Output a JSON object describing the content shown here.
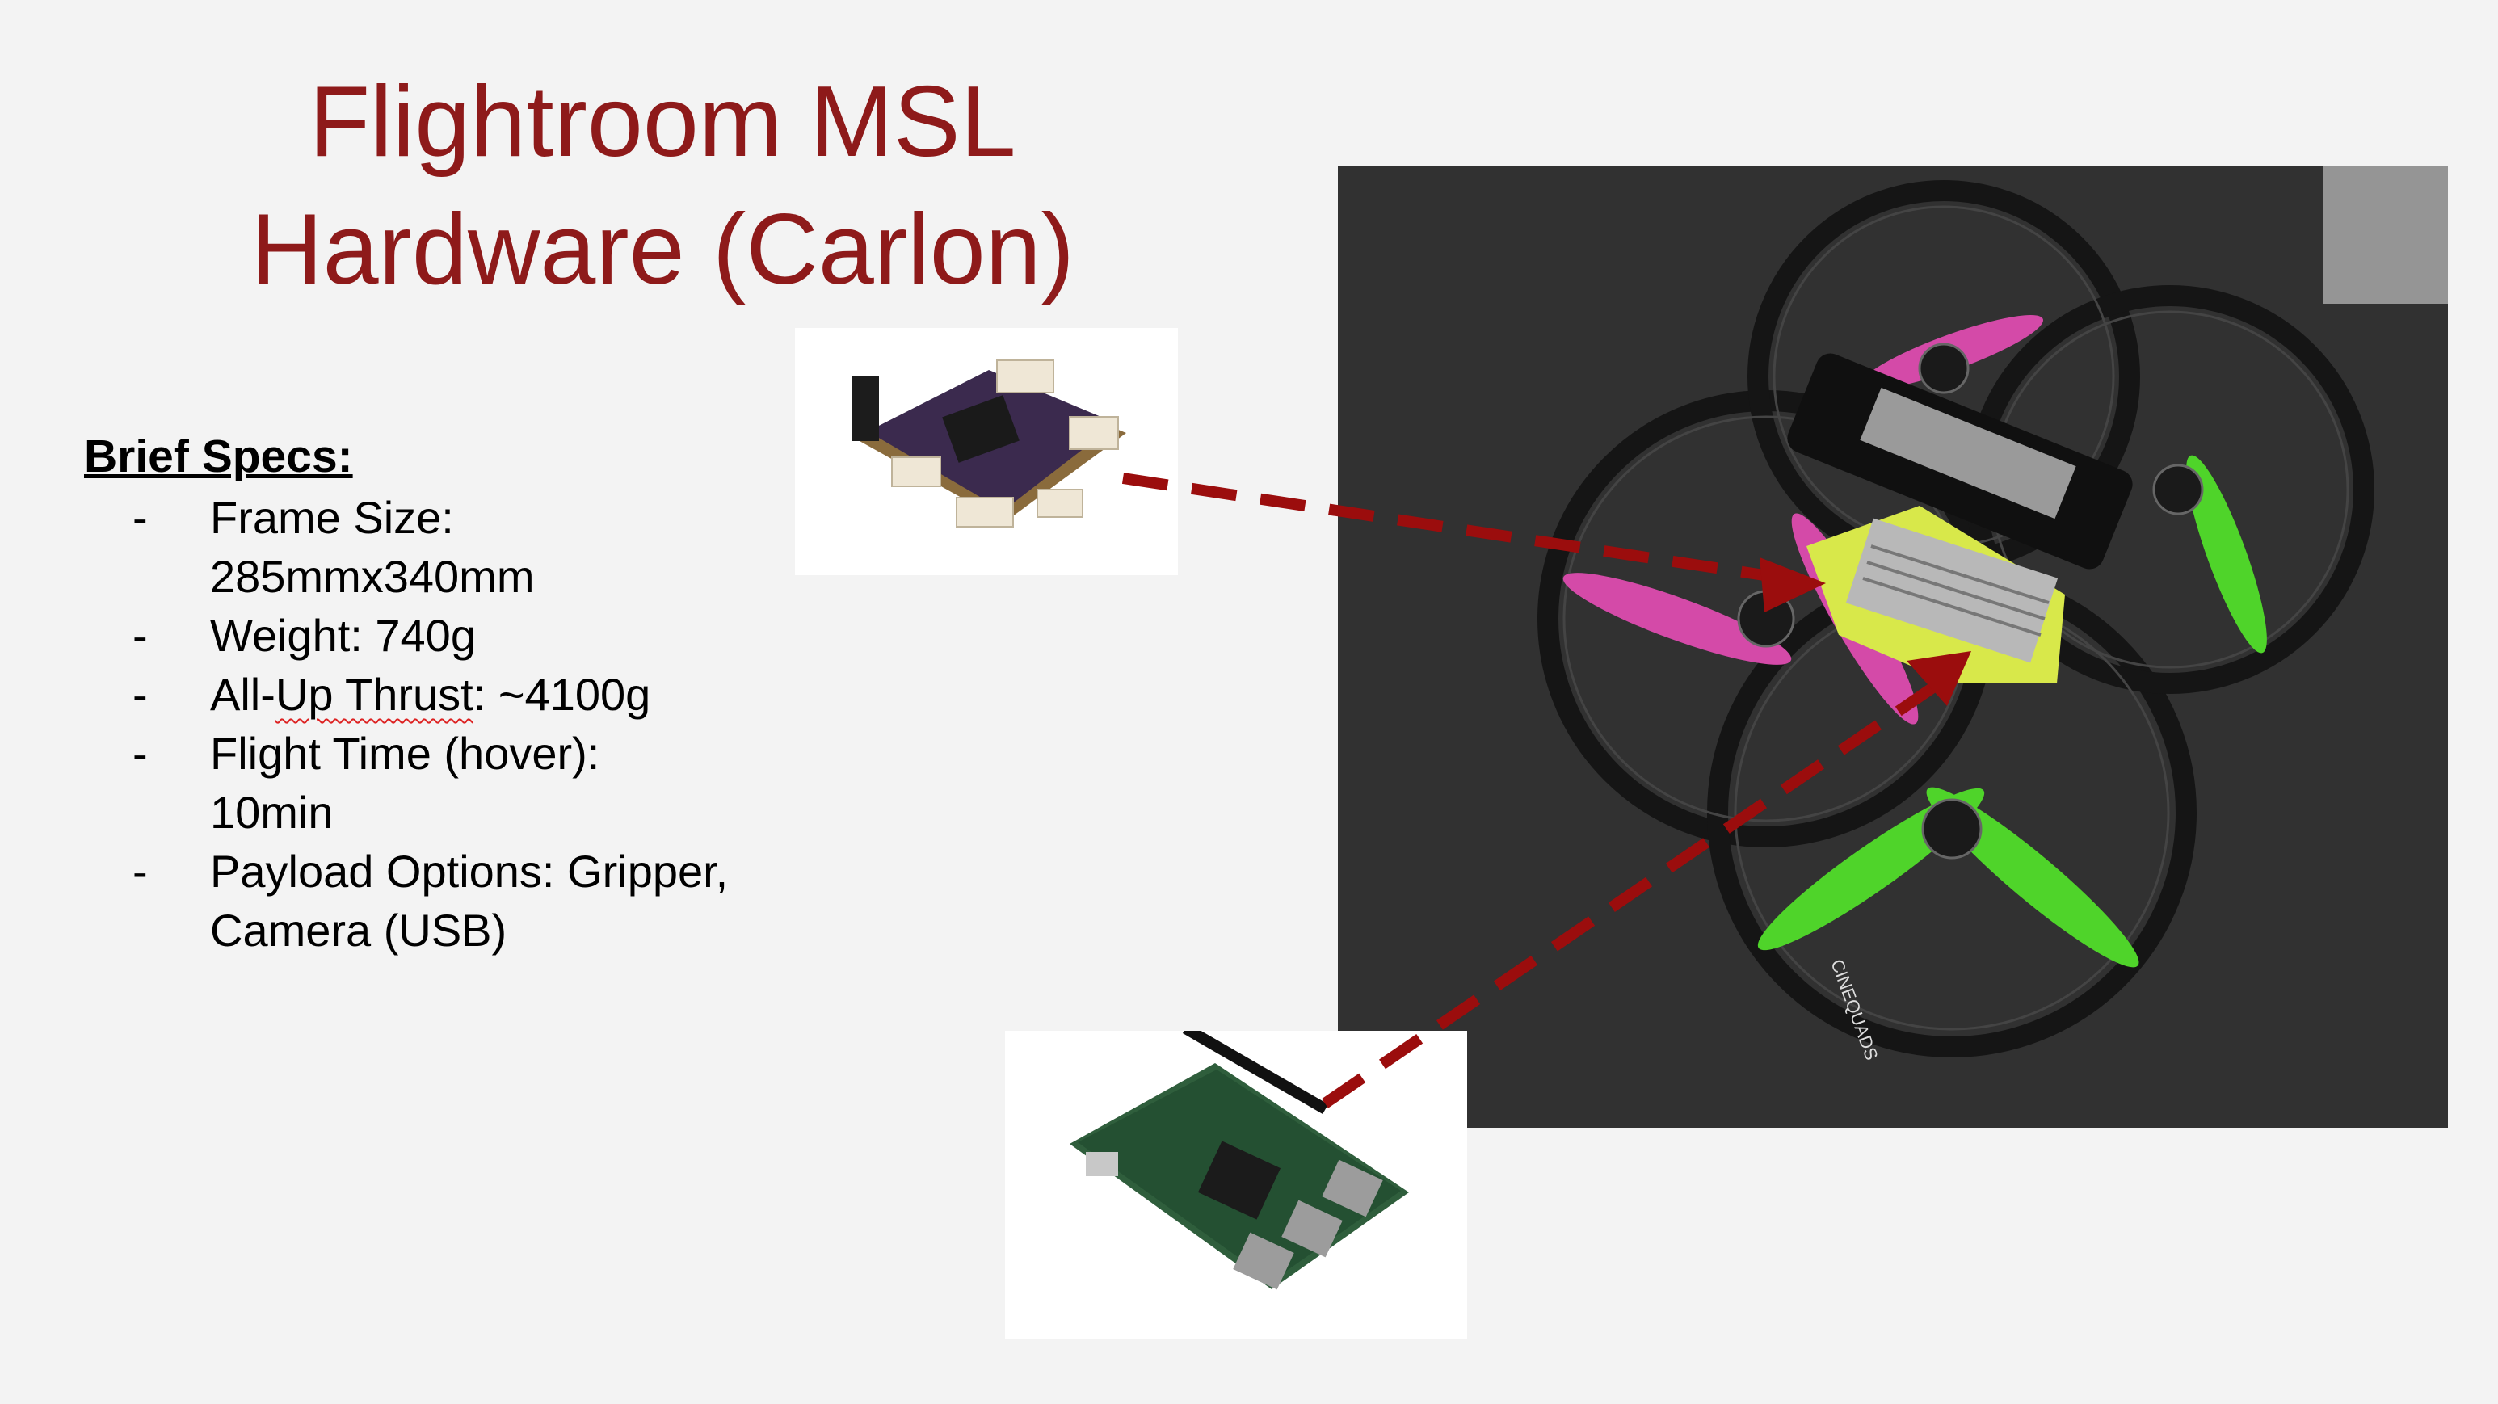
{
  "title": {
    "line1": "Flightroom MSL",
    "line2": "Hardware (Carlon)"
  },
  "specs": {
    "heading": "Brief Specs:",
    "items": [
      {
        "bullet": "-",
        "line1": "Frame Size:",
        "line2": "285mmx340mm"
      },
      {
        "bullet": "-",
        "line1": "Weight: 740g",
        "line2": ""
      },
      {
        "bullet": "-",
        "pre": "All-",
        "squiggle": "Up Thrust",
        "post": ": ~4100g"
      },
      {
        "bullet": "-",
        "line1": "Flight Time (hover):",
        "line2": "10min"
      },
      {
        "bullet": "-",
        "line1": "Payload Options: Gripper,",
        "line2": "Camera (USB)"
      }
    ]
  },
  "images": {
    "drone_photo_label": "CINEQUADS"
  },
  "colors": {
    "title": "#8e1a1a",
    "arrow": "#9b0d0d",
    "background": "#f3f3f3"
  }
}
